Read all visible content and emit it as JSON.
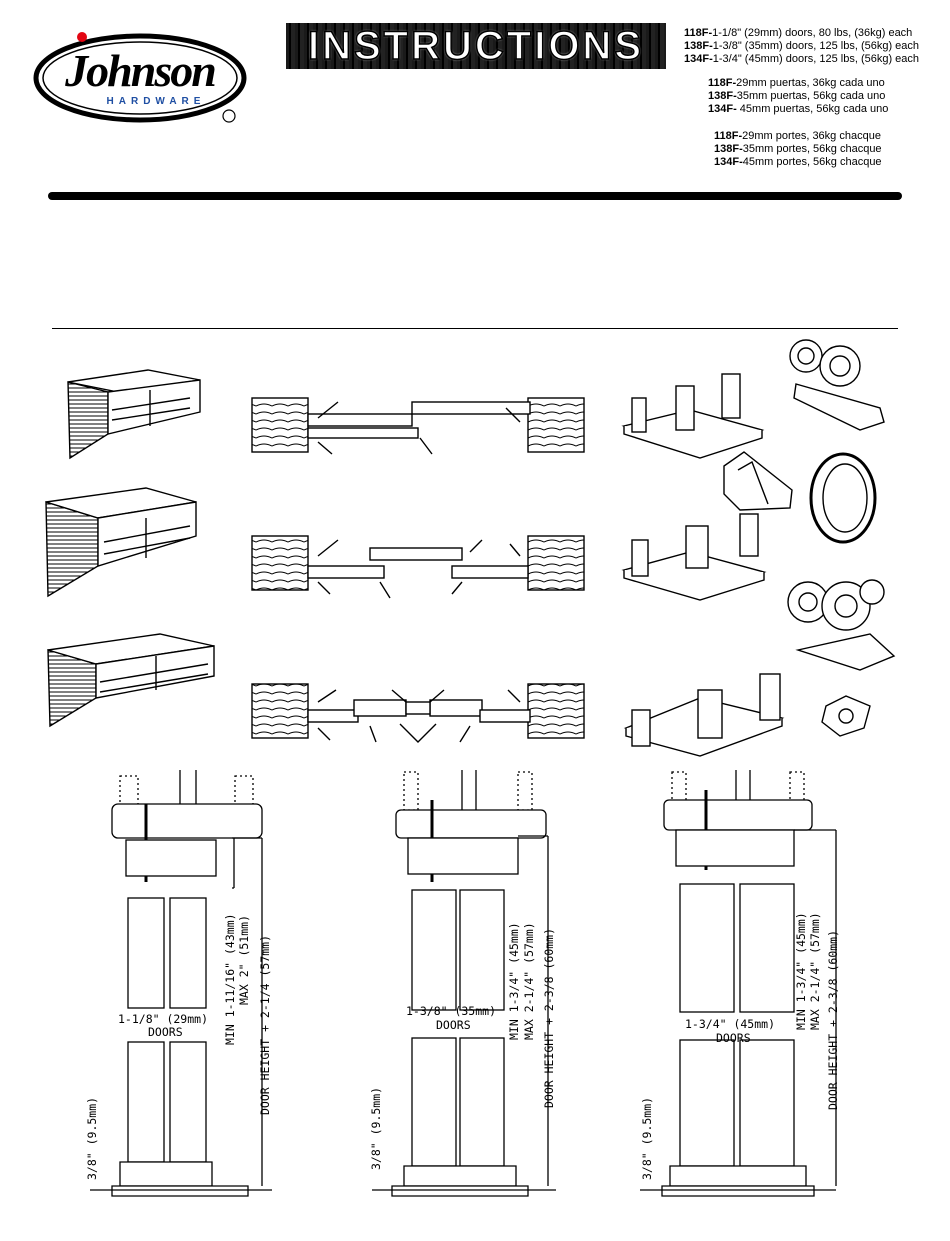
{
  "logo": {
    "brand": "Johnson",
    "sub": "HARDWARE"
  },
  "banner": {
    "title": "INSTRUCTIONS"
  },
  "specs": {
    "english": [
      {
        "model": "118F-",
        "text": "1-1/8\" (29mm) doors, 80 lbs, (36kg) each"
      },
      {
        "model": "138F-",
        "text": "1-3/8\" (35mm) doors, 125 lbs, (56kg) each"
      },
      {
        "model": "134F-",
        "text": "1-3/4\" (45mm) doors, 125 lbs, (56kg) each"
      }
    ],
    "spanish": [
      {
        "model": "118F-",
        "text": "29mm puertas, 36kg cada uno"
      },
      {
        "model": "138F-",
        "text": "35mm puertas, 56kg cada uno"
      },
      {
        "model": "134F-",
        "text": " 45mm puertas, 56kg cada uno"
      }
    ],
    "french": [
      {
        "model": "118F-",
        "text": "29mm portes, 36kg chacque"
      },
      {
        "model": "138F-",
        "text": "35mm portes, 56kg chacque"
      },
      {
        "model": "134F-",
        "text": "45mm portes, 56kg chacque"
      }
    ]
  },
  "diagrams": [
    {
      "door": "1-1/8\"  (29mm)",
      "doors_label": "DOORS",
      "min": "MIN 1-11/16\" (43mm)",
      "max": "MAX 2\" (51mm)",
      "height": "DOOR HEIGHT + 2-1/4 (57mm)",
      "gap": "3/8\"  (9.5mm)"
    },
    {
      "door": "1-3/8\"  (35mm)",
      "doors_label": "DOORS",
      "min": "MIN 1-3/4\" (45mm)",
      "max": "MAX 2-1/4\" (57mm)",
      "height": "DOOR HEIGHT + 2-3/8 (60mm)",
      "gap": "3/8\"  (9.5mm)"
    },
    {
      "door": "1-3/4\"  (45mm)",
      "doors_label": "DOORS",
      "min": "MIN 1-3/4\" (45mm)",
      "max": "MAX 2-1/4\" (57mm)",
      "height": "DOOR HEIGHT + 2-3/8 (60mm)",
      "gap": "3/8\"  (9.5mm)"
    }
  ]
}
